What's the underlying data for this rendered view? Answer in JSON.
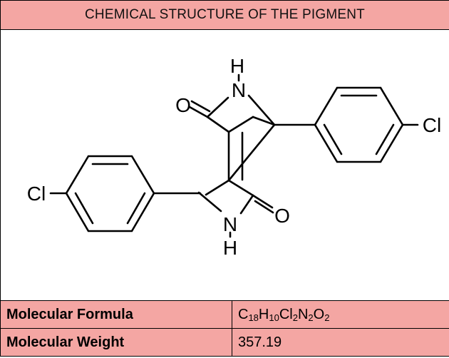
{
  "header": {
    "title": "CHEMICAL STRUCTURE OF THE PIGMENT"
  },
  "structure": {
    "atoms": {
      "o1": "O",
      "o2": "O",
      "n1": "N",
      "h1": "H",
      "n2": "N",
      "h2": "H",
      "cl1": "Cl",
      "cl2": "Cl"
    }
  },
  "rows": [
    {
      "label": "Molecular Formula",
      "formula_parts": [
        "C",
        "18",
        "H",
        "10",
        "Cl",
        "2",
        "N",
        "2",
        "O",
        "2"
      ]
    },
    {
      "label": "Molecular Weight",
      "value": "357.19"
    }
  ]
}
